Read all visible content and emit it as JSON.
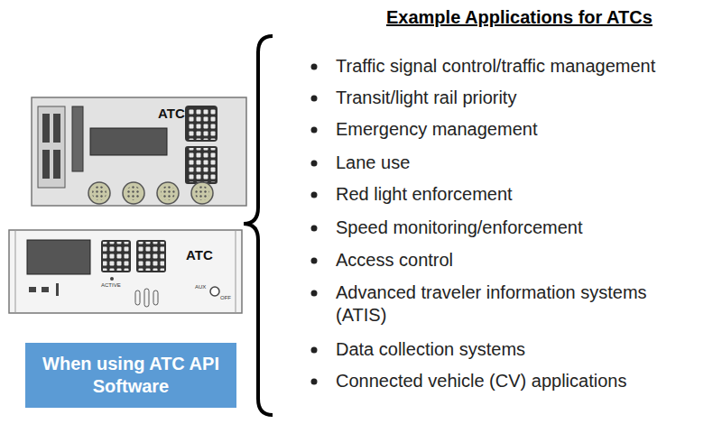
{
  "diagram": {
    "title": "Example Applications for ATCs",
    "nodes": [
      {
        "text": [
          "ATC"
        ]
      },
      {
        "text": [
          "ATC"
        ]
      },
      {
        "text": [
          "When using ATC API Software"
        ]
      }
    ],
    "labels": [
      "Traffic signal control/traffic management",
      "Transit/light rail priority",
      "Emergency management",
      "Lane use",
      "Red light enforcement",
      "Speed monitoring/enforcement",
      "Access control",
      "Advanced traveler information systems (ATIS)",
      "Data collection systems",
      "Connected vehicle (CV) applications",
      "ACTIVE",
      "AUX",
      "OFF"
    ]
  }
}
